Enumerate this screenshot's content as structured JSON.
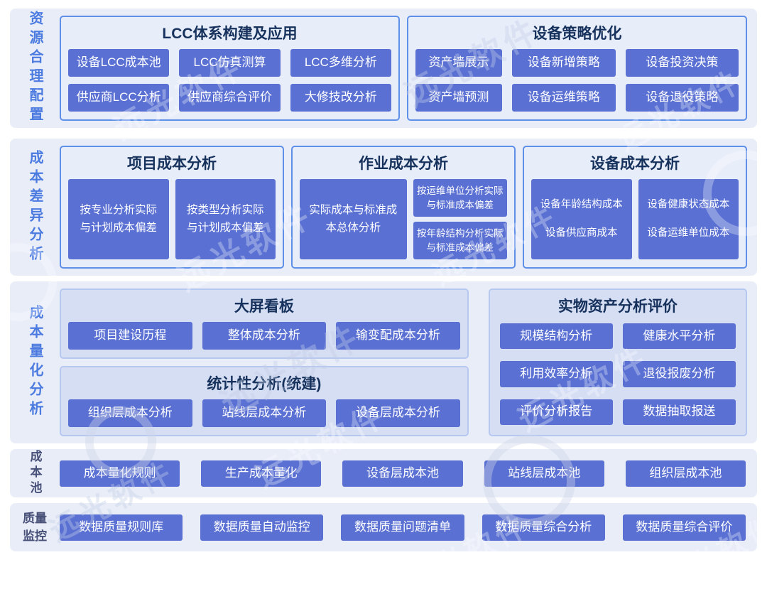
{
  "watermark": {
    "text": "远光软件"
  },
  "colors": {
    "band_background": "#e9edf8",
    "box_fill": "#e8edfa",
    "box_fill_light": "#d6def4",
    "box_border": "#5e8fe9",
    "box_border_light": "#b7c8f0",
    "button": "#5a70d3",
    "button_text": "#ffffff",
    "title_text": "#16325c",
    "side_label_blue": "#4c7be0",
    "side_label_dark": "#475078"
  },
  "sections": {
    "s1": {
      "label": "资源合理配置",
      "lcc": {
        "title": "LCC体系构建及应用",
        "b1": "设备LCC成本池",
        "b2": "LCC仿真测算",
        "b3": "LCC多维分析",
        "b4": "供应商LCC分析",
        "b5": "供应商综合评价",
        "b6": "大修技改分析"
      },
      "strategy": {
        "title": "设备策略优化",
        "b1": "资产墙展示",
        "b2": "设备新增策略",
        "b3": "设备投资决策",
        "b4": "资产墙预测",
        "b5": "设备运维策略",
        "b6": "设备退役策略"
      }
    },
    "s2": {
      "label": "成本差异分析",
      "project": {
        "title": "项目成本分析",
        "b1": "按专业分析实际与计划成本偏差",
        "b2": "按类型分析实际与计划成本偏差"
      },
      "activity": {
        "title": "作业成本分析",
        "b1": "实际成本与标准成本总体分析",
        "b2": "按运维单位分析实际与标准成本偏差",
        "b3": "按年龄结构分析实际与标准成本偏差"
      },
      "equipment": {
        "title": "设备成本分析",
        "b1a": "设备年龄结构成本",
        "b1b": "设备供应商成本",
        "b2a": "设备健康状态成本",
        "b2b": "设备运维单位成本"
      }
    },
    "s3": {
      "label": "成本量化分析",
      "dashboard": {
        "title": "大屏看板",
        "b1": "项目建设历程",
        "b2": "整体成本分析",
        "b3": "输变配成本分析"
      },
      "statistical": {
        "title": "统计性分析(统建)",
        "b1": "组织层成本分析",
        "b2": "站线层成本分析",
        "b3": "设备层成本分析"
      },
      "asset": {
        "title": "实物资产分析评价",
        "b1": "规模结构分析",
        "b2": "健康水平分析",
        "b3": "利用效率分析",
        "b4": "退役报废分析",
        "b5": "评价分析报告",
        "b6": "数据抽取报送"
      }
    },
    "s4": {
      "label": "成本池",
      "b1": "成本量化规则",
      "b2": "生产成本量化",
      "b3": "设备层成本池",
      "b4": "站线层成本池",
      "b5": "组织层成本池"
    },
    "s5": {
      "label": "质量监控",
      "b1": "数据质量规则库",
      "b2": "数据质量自动监控",
      "b3": "数据质量问题清单",
      "b4": "数据质量综合分析",
      "b5": "数据质量综合评价"
    }
  }
}
